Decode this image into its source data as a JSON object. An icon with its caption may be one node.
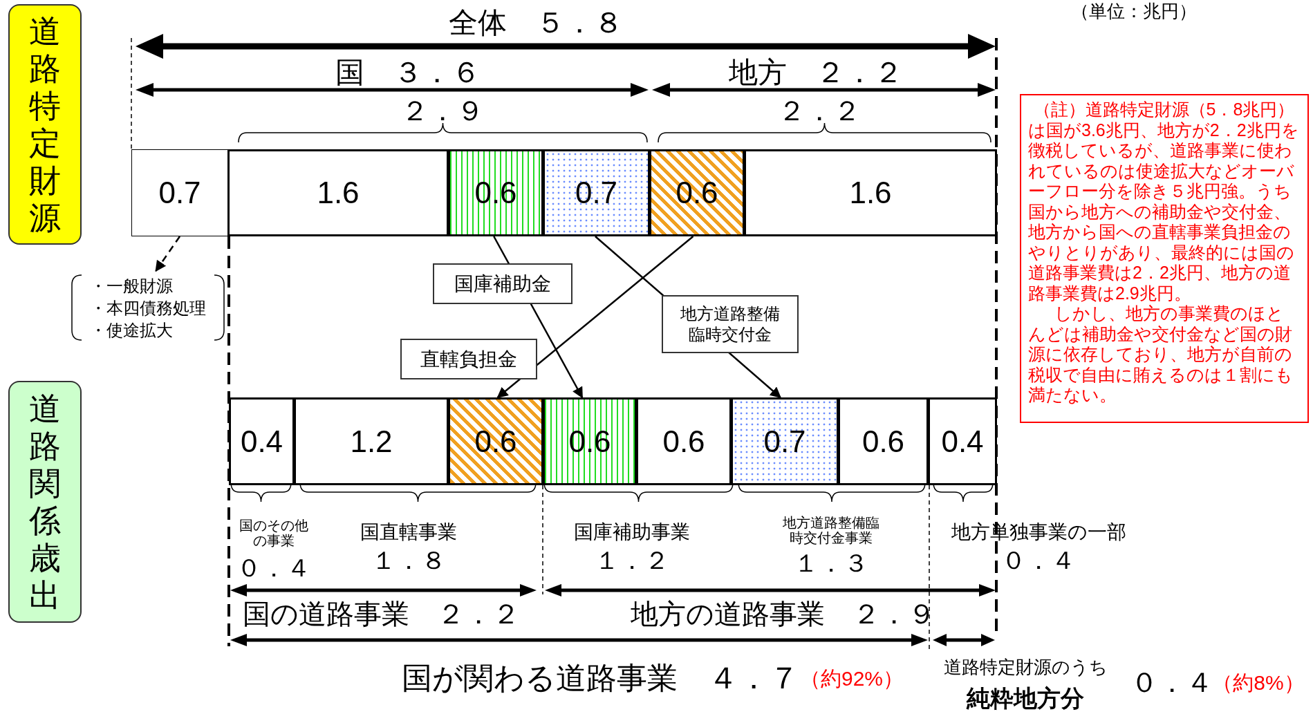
{
  "diagram": {
    "nodes": [
      {
        "text": [
          "道路特定財源"
        ]
      },
      {
        "text": [
          "道路関係歳出"
        ]
      },
      {
        "text": [
          "0.7"
        ]
      },
      {
        "text": [
          "1.6"
        ]
      },
      {
        "text": [
          "0.6"
        ]
      },
      {
        "text": [
          "0.7"
        ]
      },
      {
        "text": [
          "0.6"
        ]
      },
      {
        "text": [
          "1.6"
        ]
      },
      {
        "text": [
          "0.4"
        ]
      },
      {
        "text": [
          "1.2"
        ]
      },
      {
        "text": [
          "0.6"
        ]
      },
      {
        "text": [
          "0.6"
        ]
      },
      {
        "text": [
          "0.6"
        ]
      },
      {
        "text": [
          "0.7"
        ]
      },
      {
        "text": [
          "0.6"
        ]
      },
      {
        "text": [
          "0.4"
        ]
      },
      {
        "text": [
          "・一般財源",
          "・本四債務処理",
          "・使途拡大"
        ]
      },
      {
        "text": [
          "（註）道路特定財源（5．8兆円）は国が3.6兆円、地方が2．2兆円を徴税しているが、道路事業に使われているのは使途拡大などオーバーフロー分を除き５兆円強。うち国から地方への補助金や交付金、地方から国への直轄事業負担金のやりとりがあり、最終的には国の道路事業費は2．2兆円、地方の道路事業費は2.9兆円。",
          "しかし、地方の事業費のほとんどは補助金や交付金など国の財源に依存しており、地方が自前の税収で自由に賄えるのは１割にも満たない。"
        ]
      }
    ],
    "edges": [
      {
        "from": 4,
        "to": 11,
        "arrow": "to",
        "label": "国庫補助金"
      },
      {
        "from": 5,
        "to": 13,
        "arrow": "to",
        "label": "地方道路整備臨時交付金"
      },
      {
        "from": 6,
        "to": 10,
        "arrow": "to",
        "label": "直轄負担金"
      },
      {
        "from": 2,
        "to": 16,
        "arrow": "to",
        "style": "dashed"
      }
    ],
    "labels": [
      "全体　５．８",
      "国　３．６",
      "地方　２．２",
      "２．９",
      "２．２",
      "国のその他の事業",
      "０．４",
      "国直轄事業",
      "１．８",
      "国庫補助事業",
      "１．２",
      "地方道路整備臨時交付金事業",
      "１．３",
      "地方単独事業の一部",
      "０．４",
      "国の道路事業　２．２",
      "地方の道路事業　２．９",
      "国が関わる道路事業　４．７",
      "（約92%）",
      "道路特定財源のうち",
      "純粋地方分",
      "０．４",
      "（約8%）",
      "（単位：兆円）"
    ]
  }
}
